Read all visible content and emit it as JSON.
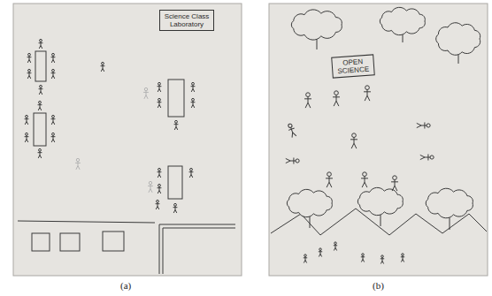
{
  "diagram": {
    "nodes": [
      {
        "text": [
          "Science Class Laboratory"
        ]
      },
      {
        "text": [
          "OPEN SCIENCE"
        ]
      }
    ],
    "labels": [
      "(a)",
      "(b)"
    ]
  }
}
